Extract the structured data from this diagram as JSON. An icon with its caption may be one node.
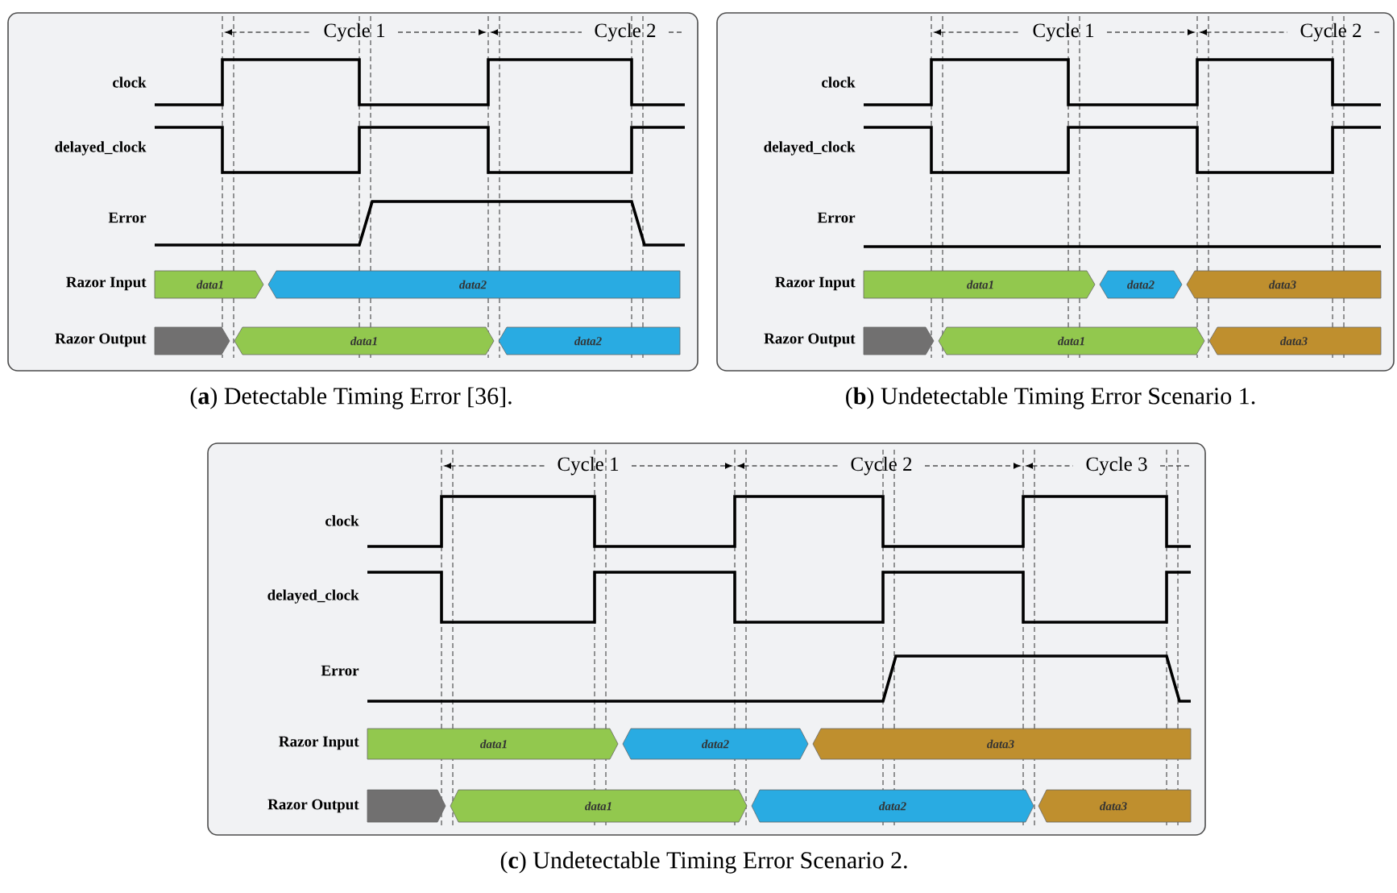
{
  "diagram": {
    "nodes": [
      {
        "text": [],
        "shape": "box"
      },
      {
        "text": [
          "data1"
        ],
        "in": 0
      },
      {
        "text": [
          "data2"
        ],
        "in": 0
      },
      {
        "text": [],
        "shape": "bar",
        "in": 0
      },
      {
        "text": [
          "data1"
        ],
        "in": 0
      },
      {
        "text": [
          "data2"
        ],
        "in": 0
      },
      {
        "text": [],
        "shape": "box"
      },
      {
        "text": [
          "data1"
        ],
        "in": 6
      },
      {
        "text": [
          "data2"
        ],
        "in": 6
      },
      {
        "text": [
          "data3"
        ],
        "in": 6
      },
      {
        "text": [],
        "shape": "bar",
        "in": 6
      },
      {
        "text": [
          "data1"
        ],
        "in": 6
      },
      {
        "text": [
          "data3"
        ],
        "in": 6
      },
      {
        "text": [],
        "shape": "box"
      },
      {
        "text": [
          "data1"
        ],
        "in": 13
      },
      {
        "text": [
          "data2"
        ],
        "in": 13
      },
      {
        "text": [
          "data3"
        ],
        "in": 13
      },
      {
        "text": [],
        "shape": "bar",
        "in": 13
      },
      {
        "text": [
          "data1"
        ],
        "in": 13
      },
      {
        "text": [
          "data2"
        ],
        "in": 13
      },
      {
        "text": [
          "data3"
        ],
        "in": 13
      }
    ],
    "labels": [
      "Cycle 1",
      "Cycle 2",
      "clock",
      "delayed_clock",
      "Error",
      "Razor Input",
      "Razor Output",
      "Cycle 1",
      "Cycle 2",
      "clock",
      "delayed_clock",
      "Error",
      "Razor Input",
      "Razor Output",
      "Cycle 1",
      "Cycle 2",
      "Cycle 3",
      "clock",
      "delayed_clock",
      "Error",
      "Razor Input",
      "Razor Output",
      "(**a**) Detectable Timing Error [36].",
      "(**b**) Undetectable Timing Error Scenario 1.",
      "(**c**) Undetectable Timing Error Scenario 2."
    ]
  }
}
